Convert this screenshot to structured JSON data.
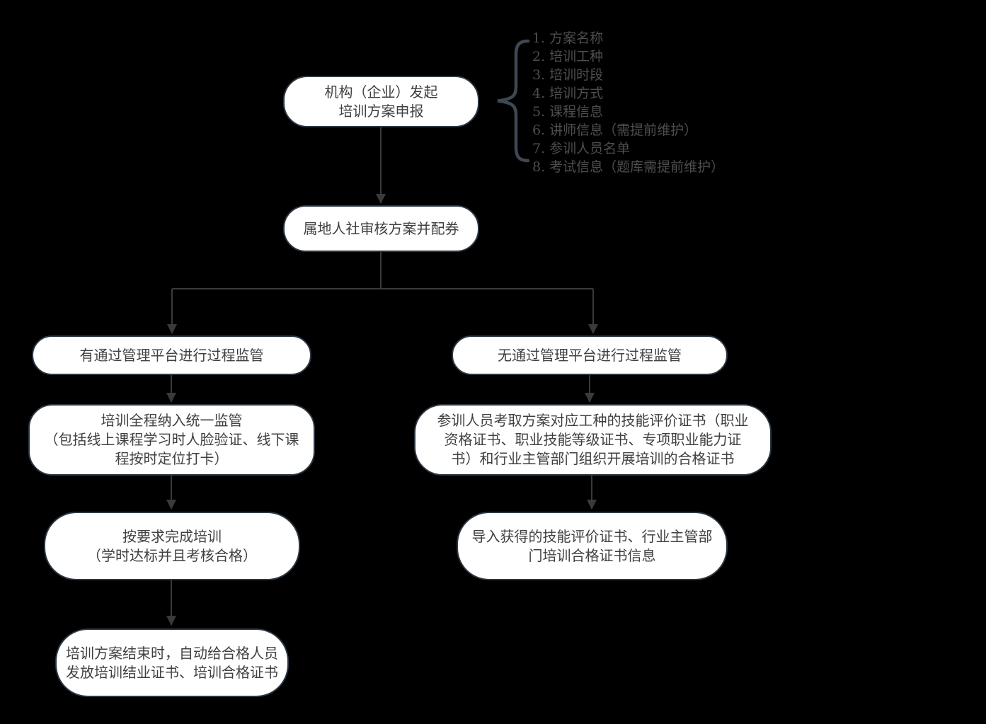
{
  "diagram": {
    "colors": {
      "background": "#000000",
      "node_fill": "#ffffff",
      "node_border": "#2c3744",
      "node_text": "#404040",
      "connector": "#3a3a3a",
      "annotation_text": "#4e4e4e",
      "brace": "#3e4854"
    },
    "nodes": {
      "start": [
        "机构（企业）发起",
        "培训方案申报"
      ],
      "review": [
        "属地人社审核方案并配券"
      ],
      "left_branch_1": [
        "有通过管理平台进行过程监管"
      ],
      "left_branch_2": [
        "培训全程纳入统一监管",
        "（包括线上课程学习时人脸验证、线下课",
        "程按时定位打卡）"
      ],
      "left_branch_3": [
        "按要求完成培训",
        "（学时达标并且考核合格）"
      ],
      "left_branch_4": [
        "培训方案结束时，自动给合格人员",
        "发放培训结业证书、培训合格证书"
      ],
      "right_branch_1": [
        "无通过管理平台进行过程监管"
      ],
      "right_branch_2": [
        "参训人员考取方案对应工种的技能评价证书（职业",
        "资格证书、职业技能等级证书、专项职业能力证",
        "书）和行业主管部门组织开展培训的合格证书"
      ],
      "right_branch_3": [
        "导入获得的技能评价证书、行业主管部",
        "门培训合格证书信息"
      ]
    },
    "annotation": {
      "items": [
        "1. 方案名称",
        "2. 培训工种",
        "3. 培训时段",
        "4. 培训方式",
        "5. 课程信息",
        "6. 讲师信息（需提前维护）",
        "7. 参训人员名单",
        "8. 考试信息（题库需提前维护）"
      ]
    }
  }
}
